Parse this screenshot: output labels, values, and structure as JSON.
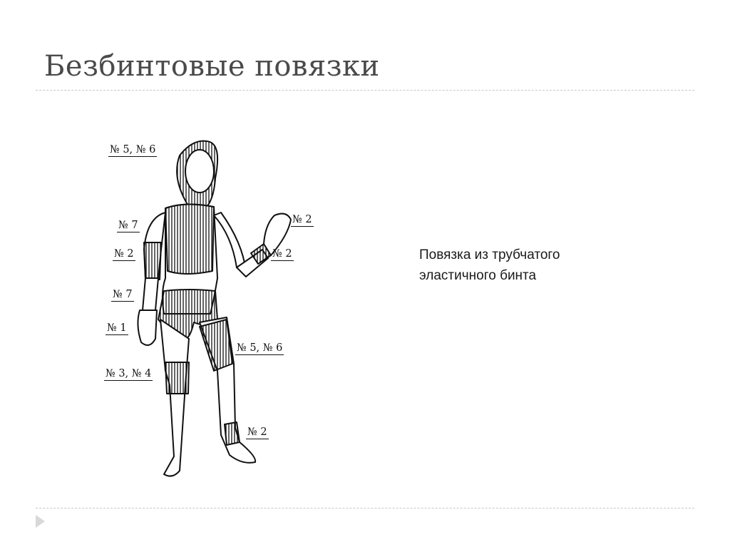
{
  "slide": {
    "title": "Безбинтовые повязки",
    "caption_lines": [
      "Повязка из трубчатого",
      "эластичного бинта"
    ]
  },
  "figure": {
    "callouts": [
      {
        "id": "head",
        "text": "№ 5, № 6"
      },
      {
        "id": "shoulder",
        "text": "№ 7"
      },
      {
        "id": "forearm",
        "text": "№ 2"
      },
      {
        "id": "wrist",
        "text": "№ 7"
      },
      {
        "id": "hand",
        "text": "№ 1"
      },
      {
        "id": "knee",
        "text": "№ 3, № 4"
      },
      {
        "id": "mitten",
        "text": "№ 2"
      },
      {
        "id": "right-forearm",
        "text": "№ 2"
      },
      {
        "id": "thigh",
        "text": "№ 5, № 6"
      },
      {
        "id": "ankle",
        "text": "№ 2"
      }
    ]
  },
  "colors": {
    "title": "#4a4a4a",
    "rule": "#c8c8c8",
    "ink": "#111111",
    "nav": "#d8d8d8"
  },
  "icons": {
    "nav": "triangle-right-icon"
  }
}
